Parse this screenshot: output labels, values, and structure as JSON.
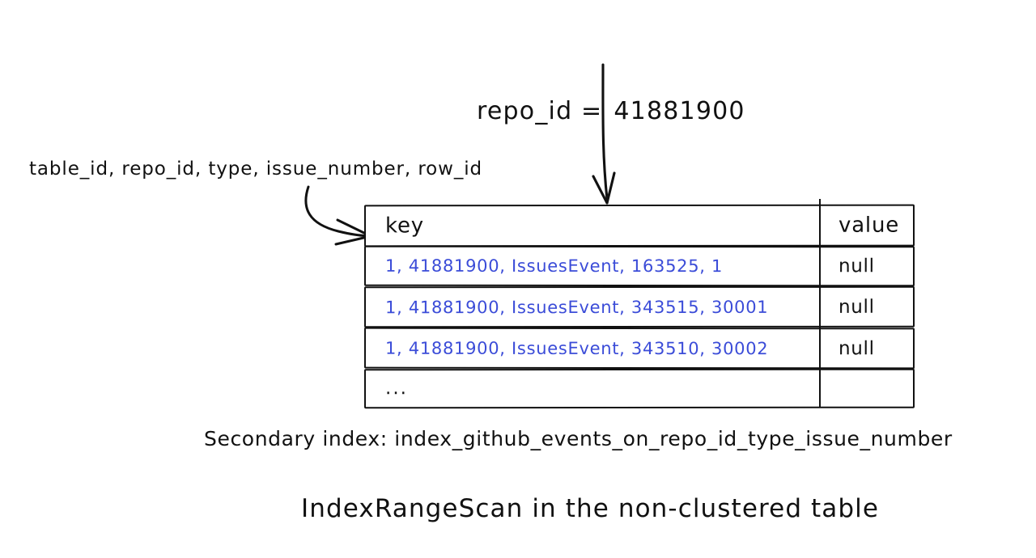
{
  "figure": {
    "title": "IndexRangeScan in the non-clustered table",
    "predicate": {
      "column": "repo_id =",
      "value": "41881900"
    },
    "index_columns_label": "table_id, repo_id, type, issue_number, row_id",
    "index_name_caption": "Secondary index: index_github_events_on_repo_id_type_issue_number",
    "colors": {
      "ink": "#111111",
      "key_text": "#3b4cd8",
      "background": "#ffffff"
    }
  },
  "table": {
    "headers": {
      "key": "key",
      "value": "value"
    },
    "rows": [
      {
        "key": "1, 41881900, IssuesEvent, 163525, 1",
        "value": "null"
      },
      {
        "key": "1, 41881900, IssuesEvent, 343515, 30001",
        "value": "null"
      },
      {
        "key": "1, 41881900, IssuesEvent, 343510, 30002",
        "value": "null"
      },
      {
        "key": "...",
        "value": ""
      }
    ]
  },
  "annotations": {
    "predicate_arrow": "arrow pointing down from predicate into the key column",
    "index_columns_arrow": "curved arrow from column list to the key column header"
  }
}
